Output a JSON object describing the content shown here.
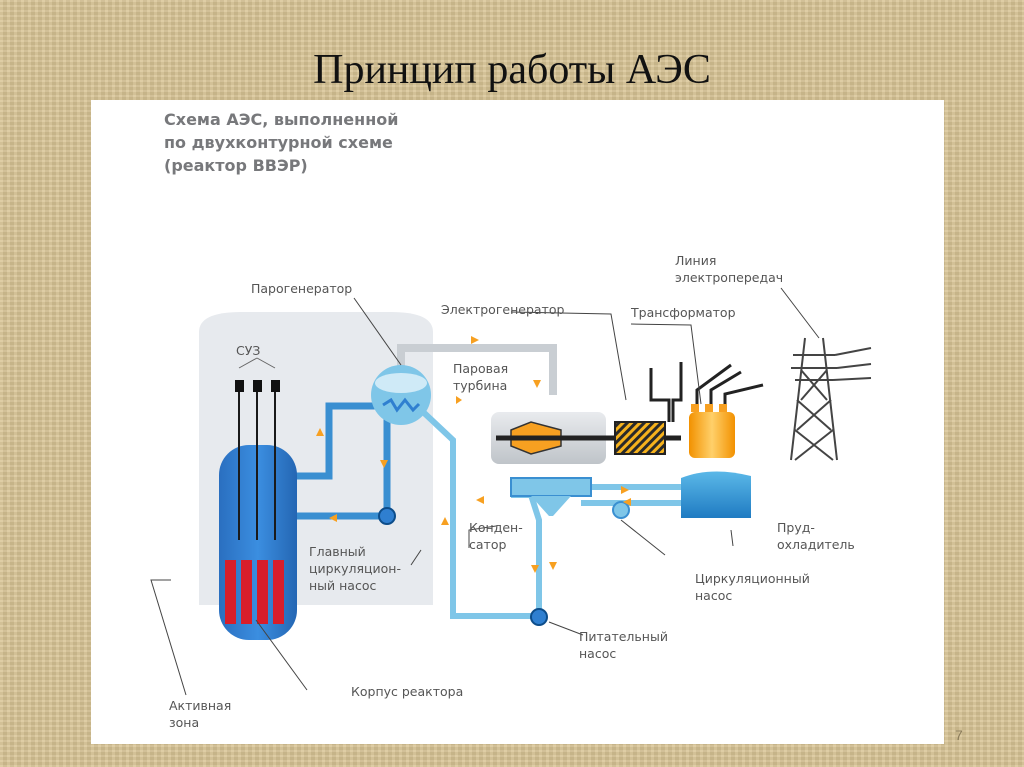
{
  "slide": {
    "title": "Принцип работы АЭС",
    "page_number": "7"
  },
  "scheme": {
    "title_lines": [
      "Схема АЭС, выполненной",
      "по двухконтурной схеме",
      "(реактор ВВЭР)"
    ]
  },
  "labels": {
    "suz": "СУЗ",
    "steam_generator": "Парогенератор",
    "electro_generator": "Электрогенератор",
    "transformer": "Трансформатор",
    "power_line": [
      "Линия",
      "электропередач"
    ],
    "steam_turbine": [
      "Паровая",
      "турбина"
    ],
    "condenser": [
      "Конден-",
      "сатор"
    ],
    "main_pump": [
      "Главный",
      "циркуляцион-",
      "ный насос"
    ],
    "cooling_pond": [
      "Пруд-",
      "охладитель"
    ],
    "circ_pump": [
      "Циркуляционный",
      "насос"
    ],
    "feed_pump": [
      "Питательный",
      "насос"
    ],
    "reactor_vessel": "Корпус реактора",
    "active_zone": [
      "Активная",
      "зона"
    ]
  },
  "colors": {
    "primary_loop": "#3a8fd1",
    "secondary_loop": "#7fc6e8",
    "steam_pipe": "#c9ced3",
    "reactor_body": "#2f7fd0",
    "fuel_rods": "#d81e2b",
    "flow_arrow": "#f7a021",
    "transformer": "#f5a623",
    "containment": "#e7eaee"
  }
}
